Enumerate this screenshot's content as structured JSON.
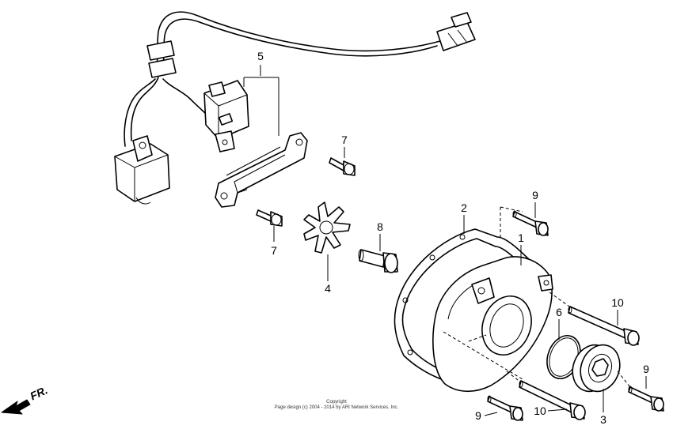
{
  "callouts": {
    "c1": "1",
    "c2": "2",
    "c3": "3",
    "c4": "4",
    "c5": "5",
    "c6": "6",
    "c7a": "7",
    "c7b": "7",
    "c8": "8",
    "c9a": "9",
    "c9b": "9",
    "c9c": "9",
    "c10a": "10",
    "c10b": "10"
  },
  "direction_label": "FR.",
  "copyright": {
    "line1": "Copyright",
    "line2": "Page design (c) 2004 - 2014 by ARI Network Services, Inc."
  },
  "icons": {
    "direction": "arrow-front-icon"
  }
}
